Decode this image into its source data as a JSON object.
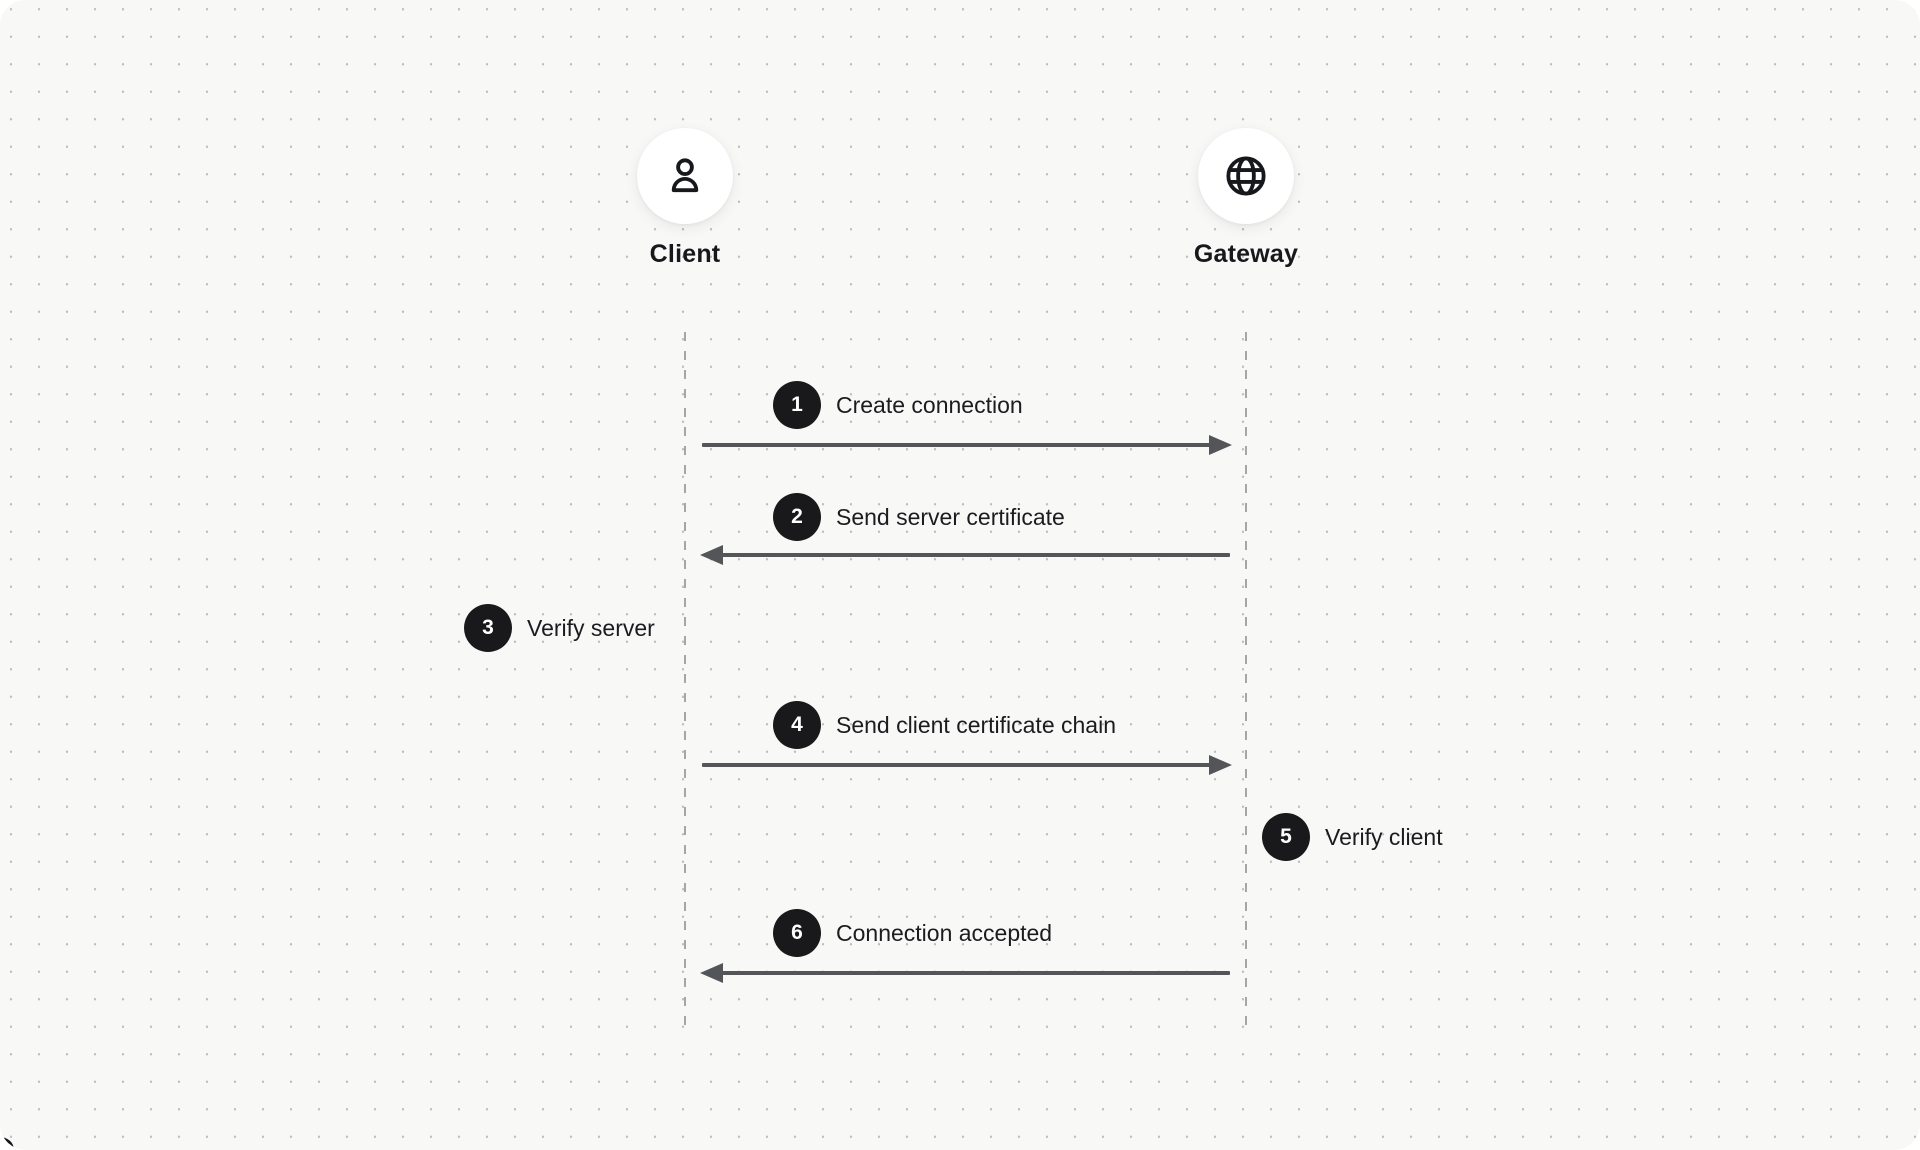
{
  "diagram": {
    "actors": {
      "client": {
        "label": "Client",
        "icon": "user-icon"
      },
      "gateway": {
        "label": "Gateway",
        "icon": "globe-icon"
      }
    },
    "steps": [
      {
        "num": "1",
        "label": "Create connection",
        "type": "message",
        "direction": "client-to-gateway"
      },
      {
        "num": "2",
        "label": "Send server certificate",
        "type": "message",
        "direction": "gateway-to-client"
      },
      {
        "num": "3",
        "label": "Verify server",
        "type": "self",
        "actor": "Client"
      },
      {
        "num": "4",
        "label": "Send client certificate chain",
        "type": "message",
        "direction": "client-to-gateway"
      },
      {
        "num": "5",
        "label": "Verify client",
        "type": "self",
        "actor": "Gateway"
      },
      {
        "num": "6",
        "label": "Connection accepted",
        "type": "message",
        "direction": "gateway-to-client"
      }
    ],
    "colors": {
      "canvas_bg": "#f8f8f7",
      "dot": "#bfbfbf",
      "arrow": "#545559",
      "lifeline": "#a6a6a6",
      "badge_bg": "#19191b",
      "badge_text": "#ffffff",
      "text": "#1b1c20"
    }
  }
}
